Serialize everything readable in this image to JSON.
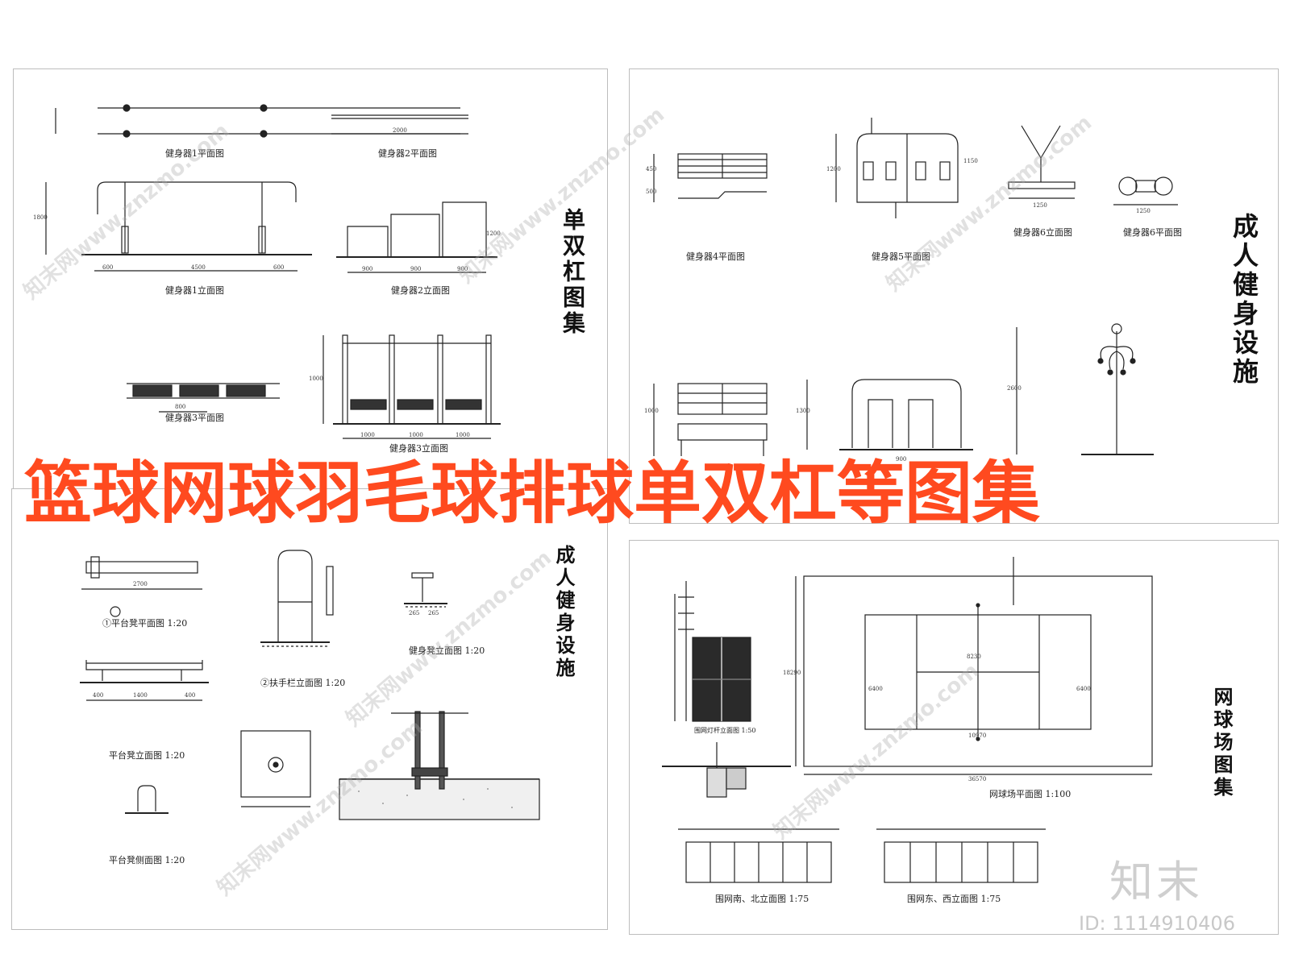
{
  "banner": "篮球网球羽毛球排球单双杠等图集",
  "sheets": {
    "top_left": {
      "title": "单双杠图集",
      "captions": [
        "健身器1平面图",
        "健身器2平面图",
        "健身器1立面图",
        "健身器2立面图",
        "健身器3平面图",
        "健身器3立面图"
      ],
      "dims": [
        "600",
        "4500",
        "600",
        "2000",
        "900",
        "900",
        "900",
        "1000",
        "1000",
        "1000",
        "1000",
        "1200",
        "1800",
        "800"
      ]
    },
    "top_right": {
      "title": "成人健身设施",
      "captions": [
        "健身器4平面图",
        "健身器5平面图",
        "健身器6立面图",
        "健身器6平面图"
      ],
      "dims": [
        "450",
        "500",
        "1200",
        "1150",
        "1250",
        "1250",
        "1000",
        "1300",
        "2600",
        "900"
      ]
    },
    "bottom_left": {
      "title": "成人健身设施",
      "captions": [
        "①平台凳平面图 1:20",
        "②扶手栏立面图 1:20",
        "健身凳立面图 1:20",
        "平台凳立面图 1:20",
        "平台凳侧面图 1:20"
      ],
      "dims": [
        "2700",
        "1400",
        "400",
        "400",
        "265",
        "265"
      ]
    },
    "bottom_right": {
      "title": "网球场图集",
      "captions": [
        "网球场平面图 1:100",
        "围网南、北立面图 1:75",
        "围网东、西立面图 1:75",
        "围网灯杆立面图 1:50"
      ],
      "dims": [
        "36570",
        "18290",
        "10970",
        "8230",
        "6400",
        "6400"
      ]
    }
  },
  "watermark": "知末网www.znzmo.com",
  "logo": "知末",
  "id_text": "ID: 1114910406"
}
